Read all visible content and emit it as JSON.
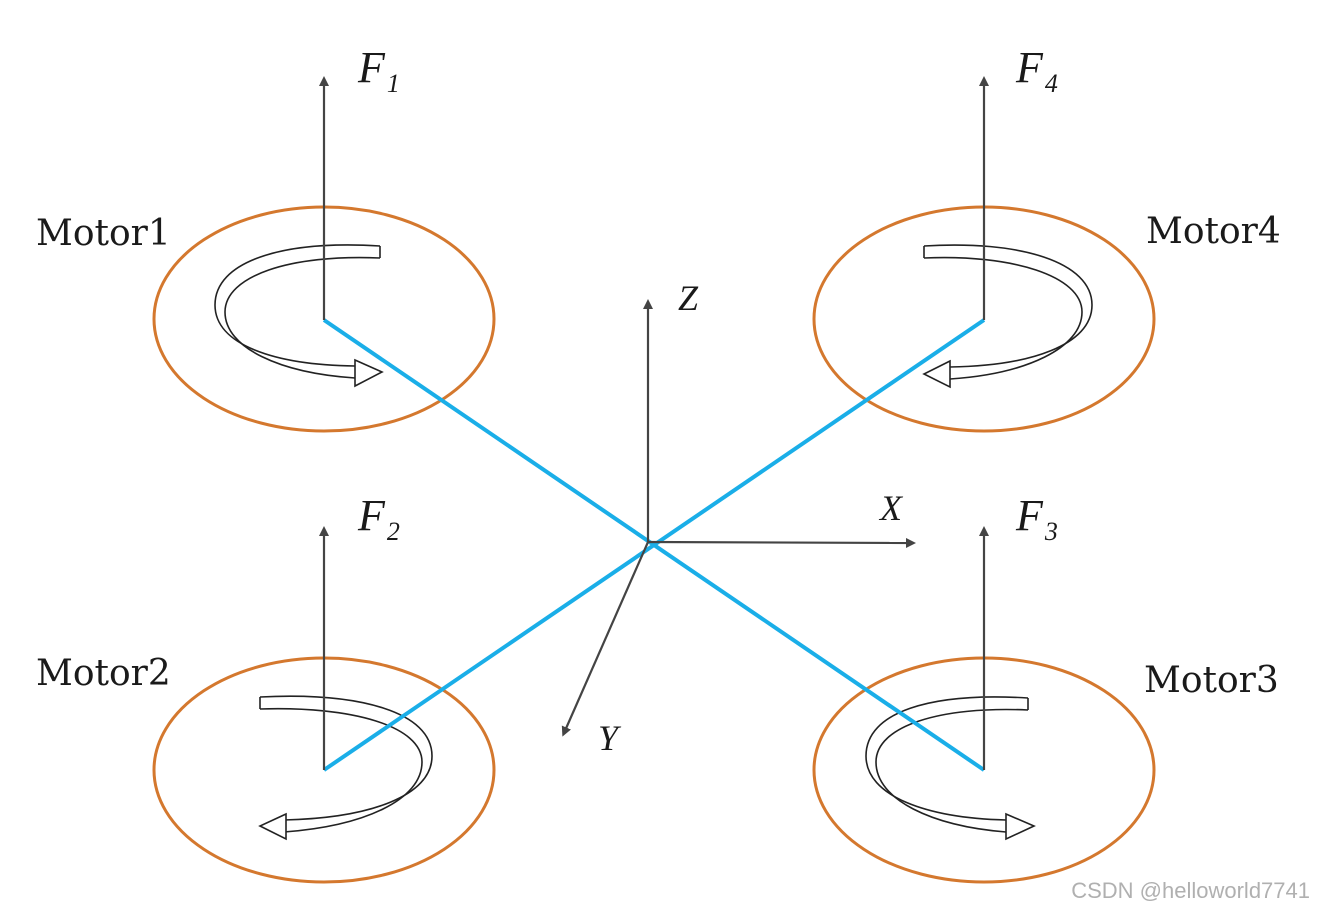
{
  "motors": [
    {
      "label": "Motor1",
      "rotation": "counterclockwise"
    },
    {
      "label": "Motor2",
      "rotation": "clockwise"
    },
    {
      "label": "Motor3",
      "rotation": "counterclockwise"
    },
    {
      "label": "Motor4",
      "rotation": "clockwise"
    }
  ],
  "forces": [
    {
      "symbol": "F",
      "subscript": "1"
    },
    {
      "symbol": "F",
      "subscript": "2"
    },
    {
      "symbol": "F",
      "subscript": "3"
    },
    {
      "symbol": "F",
      "subscript": "4"
    }
  ],
  "axes": {
    "x": "X",
    "y": "Y",
    "z": "Z"
  },
  "watermark": "CSDN @helloworld7741",
  "colors": {
    "arm": "#1aaee8",
    "rotor_ring": "#d4782e",
    "arrow": "#444444",
    "text": "#1a1a1a"
  }
}
